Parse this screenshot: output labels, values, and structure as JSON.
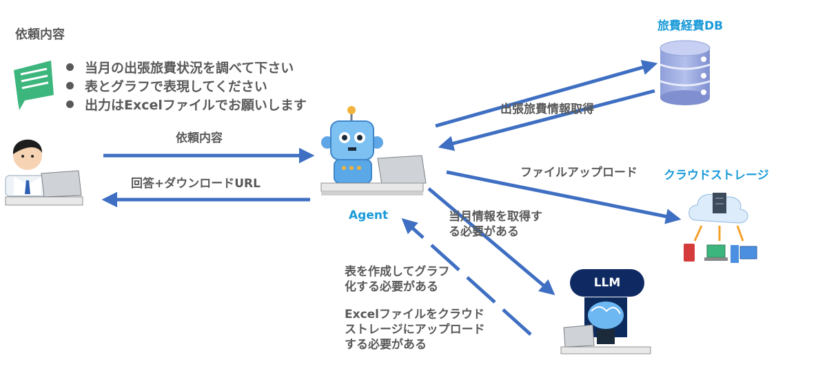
{
  "request_panel": {
    "title": "依頼内容",
    "bullets": [
      "当月の出張旅費状況を調べて下さい",
      "表とグラフで表現してください",
      "出力はExcelファイルでお願いします"
    ]
  },
  "nodes": {
    "agent": "Agent",
    "database": "旅費経費DB",
    "cloud_storage": "クラウドストレージ",
    "llm": "LLM"
  },
  "edges": {
    "user_to_agent": "依頼内容",
    "agent_to_user": "回答+ダウンロードURL",
    "db_fetch": "出張旅費情報取得",
    "file_upload": "ファイルアップロード",
    "agent_to_llm": [
      "当月情報を取得す",
      "る必要がある"
    ],
    "llm_to_agent": [
      "表を作成してグラフ",
      "化する必要がある",
      "",
      "Excelファイルをクラウド",
      "ストレージにアップロード",
      "する必要がある"
    ]
  },
  "colors": {
    "arrow": "#3f6fc2",
    "agent_label": "#1a9ad8",
    "llm_badge": "#0f2a63",
    "text": "#595959"
  },
  "icons": [
    "chat-bubble-icon",
    "user-with-laptop-icon",
    "robot-agent-icon",
    "database-icon",
    "cloud-server-icon",
    "ai-brain-icon"
  ]
}
